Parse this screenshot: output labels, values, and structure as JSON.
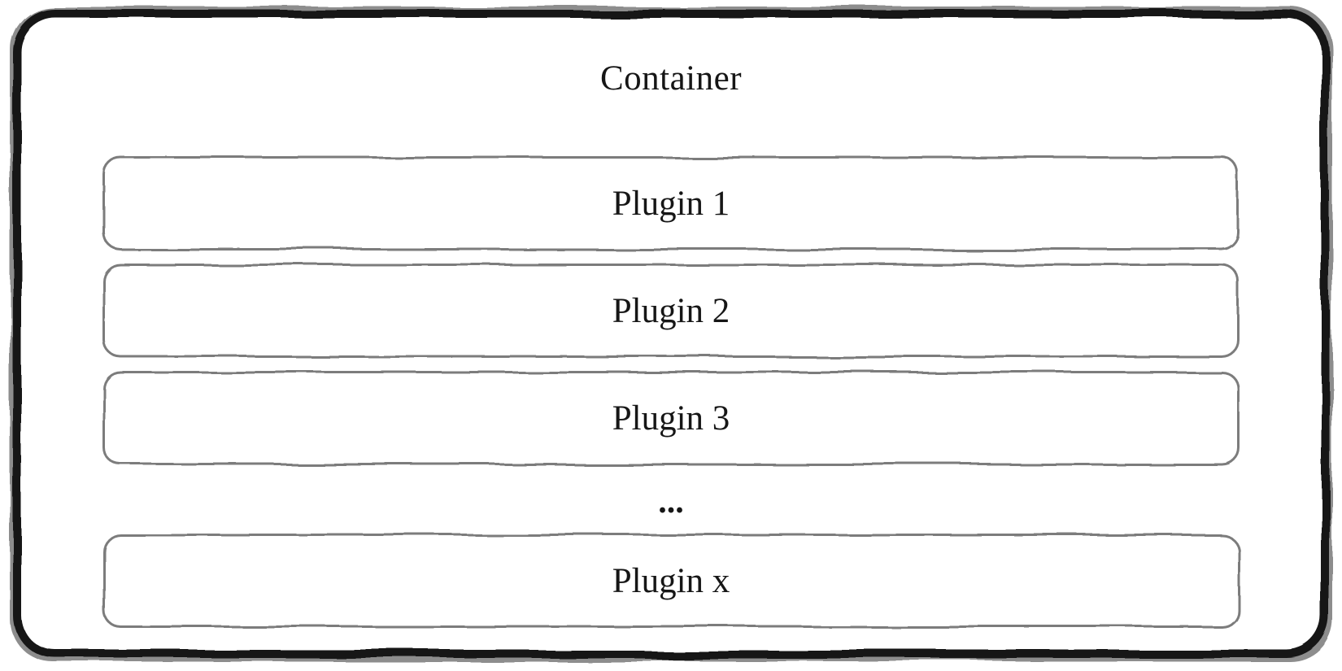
{
  "diagram": {
    "title": "Container",
    "plugins": [
      "Plugin 1",
      "Plugin 2",
      "Plugin 3"
    ],
    "ellipsis": "...",
    "plugin_last": "Plugin x",
    "colors": {
      "outer_border": "#161616",
      "outer_border_shadow": "#8d8d8d",
      "inner_border": "#7c7c7c",
      "background": "#ffffff",
      "text": "#161616"
    }
  }
}
